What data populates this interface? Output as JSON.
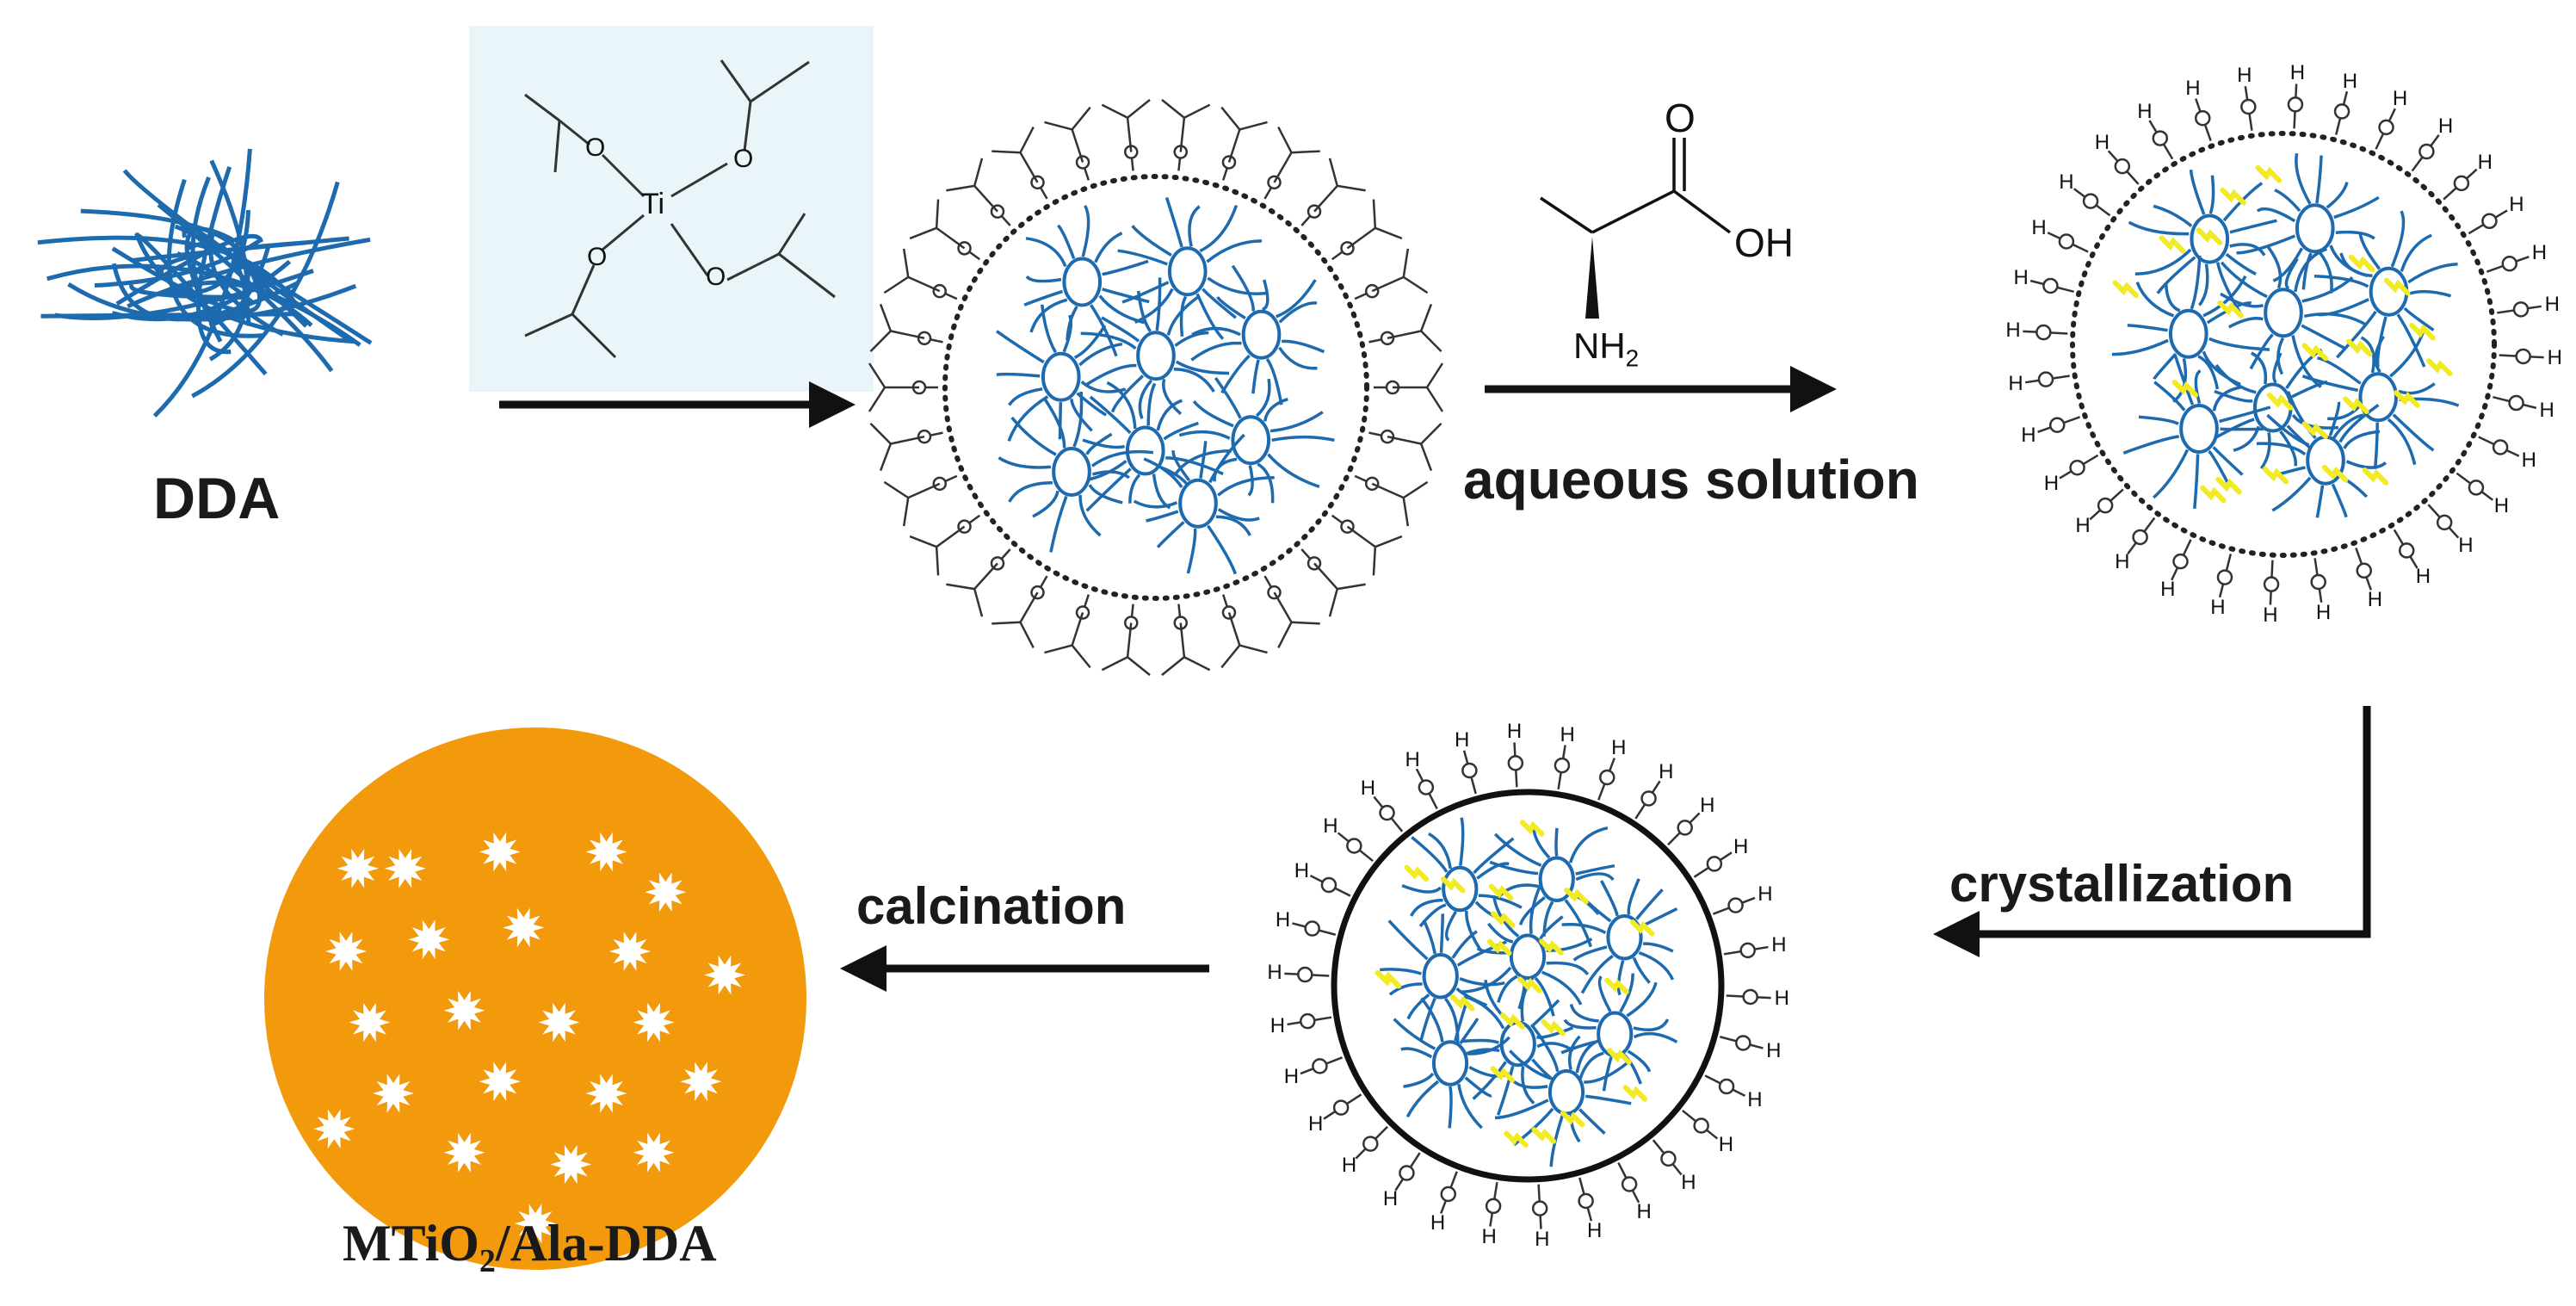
{
  "labels": {
    "dda": "DDA",
    "aqueous": "aqueous solution",
    "crystallization": "crystallization",
    "calcination": "calcination",
    "final_prefix": "MTiO",
    "final_sub": "2",
    "final_suffix": "/Ala-DDA"
  },
  "chem": {
    "ti": "Ti",
    "o": "O",
    "h": "H",
    "oh": "OH",
    "nh2_prefix": "NH",
    "nh2_sub": "2"
  },
  "colors": {
    "dda_blue": "#1d6aae",
    "yellow": "#f2ea22",
    "orange": "#f29a0c",
    "box_bg": "#eaf5fa",
    "line": "#111111"
  }
}
